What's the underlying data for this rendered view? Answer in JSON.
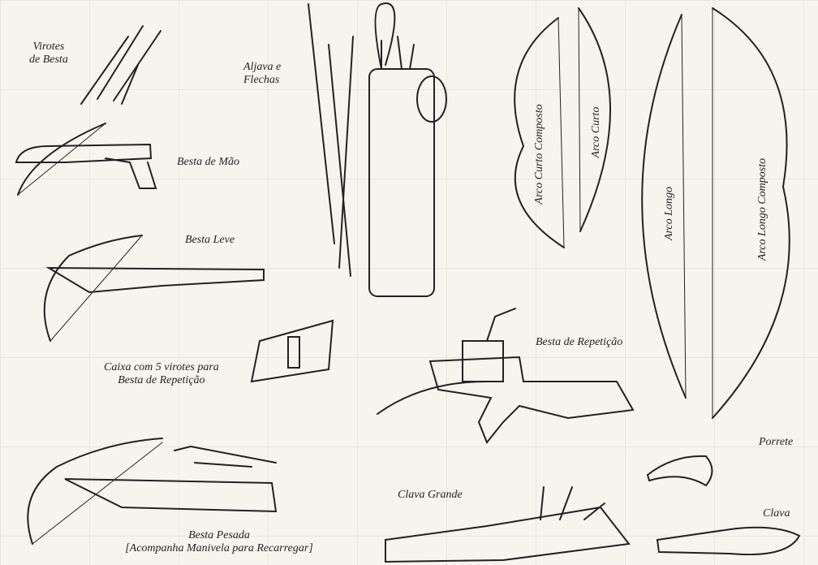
{
  "labels": {
    "crossbow_bolts": [
      "Virotes",
      "de Besta"
    ],
    "hand_crossbow": "Besta de Mão",
    "light_crossbow": "Besta Leve",
    "quiver": [
      "Aljava e",
      "Flechas"
    ],
    "bolt_case": [
      "Caixa com 5 virotes para",
      "Besta de Repetição"
    ],
    "repeating_crossbow": "Besta de Repetição",
    "heavy_crossbow": [
      "Besta Pesada",
      "[Acompanha Manivela para Recarregar]"
    ],
    "great_club": "Clava Grande",
    "short_composite_bow": "Arco Curto Composto",
    "short_bow": "Arco Curto",
    "longbow": "Arco Longo",
    "long_composite_bow": "Arco Longo Composto",
    "sap": "Porrete",
    "club": "Clava"
  },
  "colors": {
    "ink": "#222222",
    "paper": "#f6f4ef"
  }
}
